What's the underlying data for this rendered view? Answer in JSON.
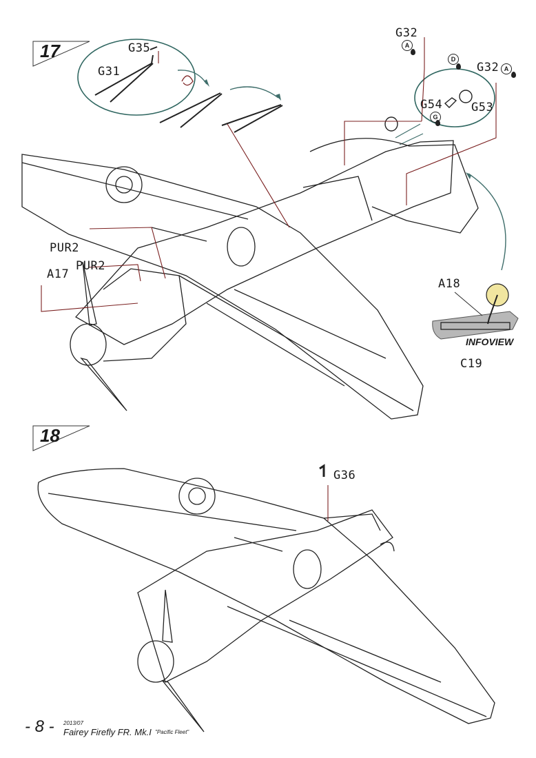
{
  "steps": {
    "step17": "17",
    "step18": "18"
  },
  "labels": {
    "g35": "G35",
    "g31": "G31",
    "g32_top": "G32",
    "g32_right": "G32",
    "g54": "G54",
    "g53": "G53",
    "pur2_a": "PUR2",
    "pur2_b": "PUR2",
    "a17": "A17",
    "a18": "A18",
    "c19": "C19",
    "g36": "G36",
    "infoview": "INFOVIEW"
  },
  "badges": {
    "a1": "A",
    "a2": "A",
    "d": "D",
    "g": "G"
  },
  "footer": {
    "page": "- 8 -",
    "date": "2013/07",
    "title": "Fairey Firefly FR. Mk.I",
    "subtitle": "\"Pacific Fleet\""
  },
  "colors": {
    "leader_red": "#7a1f1f",
    "arrow_teal": "#3f6e6b",
    "detail_circle": "#2f6660",
    "infoview_gray": "#b8b8b8"
  }
}
